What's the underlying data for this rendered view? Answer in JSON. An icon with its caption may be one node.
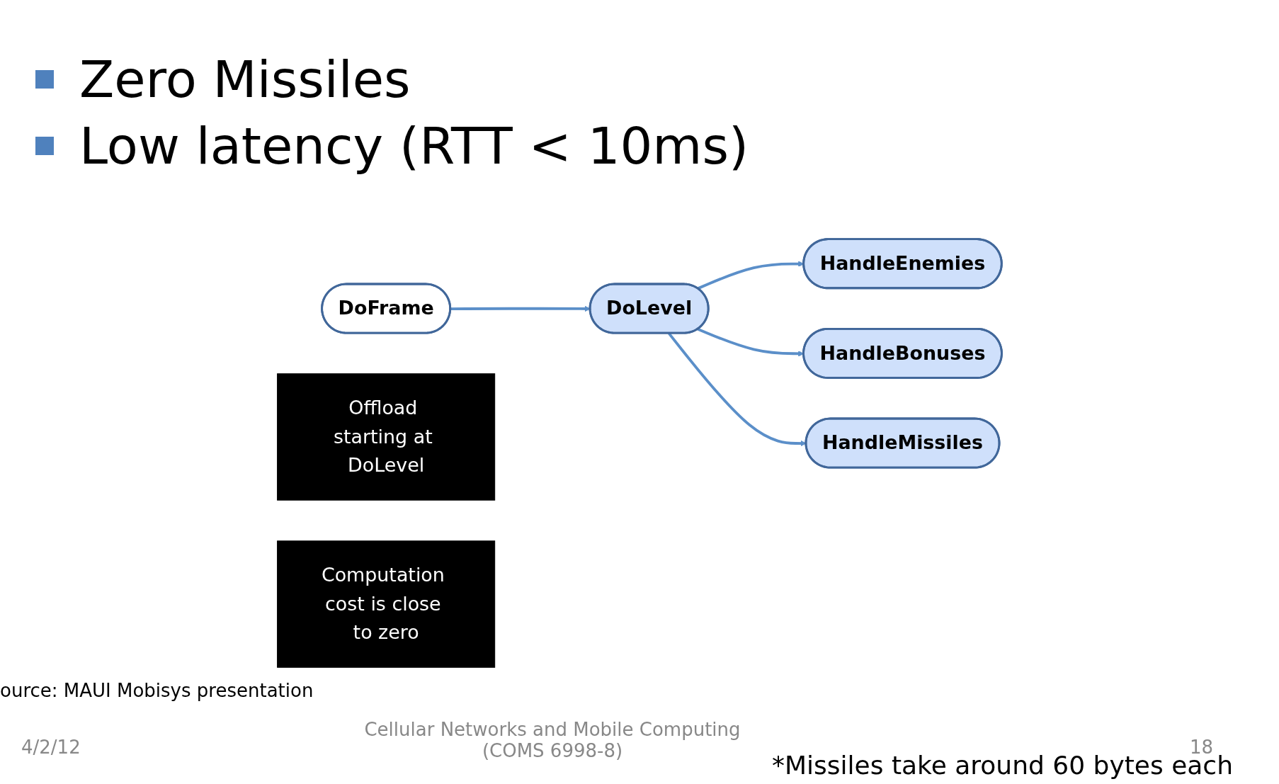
{
  "diagram": {
    "nodes": [
      {
        "text": [
          "DoFrame"
        ]
      },
      {
        "text": [
          "DoLevel"
        ]
      },
      {
        "text": [
          "HandleEnemies"
        ]
      },
      {
        "text": [
          "HandleBonuses"
        ]
      },
      {
        "text": [
          "HandleMissiles"
        ]
      },
      {
        "text": [
          "Offload starting at DoLevel"
        ]
      },
      {
        "text": [
          "Computation cost is close to zero"
        ]
      }
    ],
    "edges": [
      {
        "from": 0,
        "to": 1,
        "arrow": "to"
      },
      {
        "from": 1,
        "to": 2,
        "arrow": "to"
      },
      {
        "from": 1,
        "to": 3,
        "arrow": "to"
      },
      {
        "from": 1,
        "to": 4,
        "arrow": "to"
      }
    ],
    "labels": [
      "Zero Missiles",
      "Low latency (RTT < 10ms)",
      "ource: MAUI Mobisys presentation",
      "4/2/12",
      "Cellular Networks and Mobile Computing (COMS 6998-8)",
      "18",
      "*Missiles take around 60 bytes each"
    ]
  }
}
